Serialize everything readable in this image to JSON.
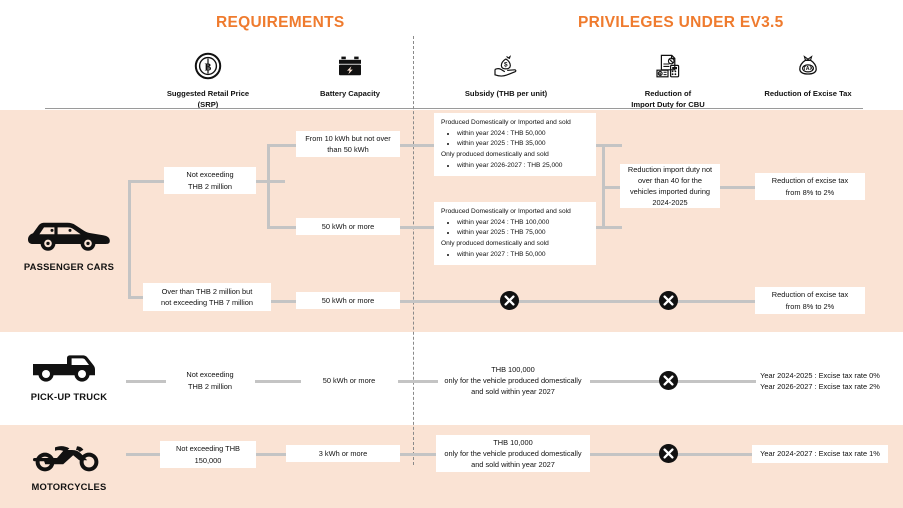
{
  "header": {
    "requirements_title": "REQUIREMENTS",
    "privileges_title": "PRIVILEGES UNDER EV3.5",
    "columns": [
      {
        "id": "srp",
        "label": "Suggested Retail Price\n(SRP)",
        "line1": "Suggested Retail Price",
        "line2": "(SRP)",
        "icon": "baht-coin-icon"
      },
      {
        "id": "battery",
        "label": "Battery Capacity",
        "line1": "Battery Capacity",
        "line2": "",
        "icon": "battery-icon"
      },
      {
        "id": "subsidy",
        "label": "Subsidy (THB per unit)",
        "line1": "Subsidy (THB per unit)",
        "line2": "",
        "icon": "money-bag-hand-icon"
      },
      {
        "id": "duty",
        "label": "Reduction of Import Duty for CBU",
        "line1": "Reduction  of",
        "line2": "Import Duty for CBU",
        "icon": "invoice-calculator-icon"
      },
      {
        "id": "excise",
        "label": "Reduction of Excise Tax",
        "line1": "Reduction  of Excise Tax",
        "line2": "",
        "icon": "tax-bag-icon"
      }
    ]
  },
  "categories": [
    {
      "id": "passenger-cars",
      "label": "PASSENGER CARS",
      "icon": "car-icon"
    },
    {
      "id": "pick-up-truck",
      "label": "PICK-UP TRUCK",
      "icon": "pickup-truck-icon"
    },
    {
      "id": "motorcycles",
      "label": "MOTORCYCLES",
      "icon": "motorcycle-icon"
    }
  ],
  "passenger_cars": {
    "srp_1": "Not exceeding\nTHB 2 million",
    "srp_1_l1": "Not exceeding",
    "srp_1_l2": "THB 2 million",
    "srp_2_l1": "Over than THB 2 million but",
    "srp_2_l2": "not exceeding THB 7 million",
    "battery_1_l1": "From 10 kWh but not over",
    "battery_1_l2": "than 50 kWh",
    "battery_2": "50 kWh or more",
    "battery_3": "50 kWh or more",
    "subsidy_1": {
      "head_1": "Produced Domestically or Imported and sold",
      "bullets_1": [
        "within year 2024 : THB 50,000",
        "within year 2025 : THB 35,000"
      ],
      "head_2": "Only produced domestically and sold",
      "bullets_2": [
        "within year 2026-2027 : THB 25,000"
      ]
    },
    "subsidy_2": {
      "head_1": "Produced Domestically or Imported and sold",
      "bullets_1": [
        "within year 2024 : THB 100,000",
        "within year 2025 : THB 75,000"
      ],
      "head_2": "Only produced domestically and sold",
      "bullets_2": [
        "within year 2027 : THB 50,000"
      ]
    },
    "subsidy_3": "none",
    "duty_1_l1": "Reduction import duty not",
    "duty_1_l2": "over than 40 for the",
    "duty_1_l3": "vehicles imported during",
    "duty_1_l4": "2024-2025",
    "duty_2": "none",
    "excise_1_l1": "Reduction of excise tax",
    "excise_1_l2": "from 8% to 2%",
    "excise_2_l1": "Reduction of excise tax",
    "excise_2_l2": "from 8% to 2%"
  },
  "pick_up_truck": {
    "srp_l1": "Not exceeding",
    "srp_l2": "THB 2 million",
    "battery": "50 kWh or more",
    "subsidy_l1": "THB 100,000",
    "subsidy_l2": "only for the vehicle produced domestically",
    "subsidy_l3": "and sold within year 2027",
    "duty": "none",
    "excise_l1": "Year 2024-2025 : Excise tax rate 0%",
    "excise_l2": "Year 2026-2027 : Excise tax rate 2%"
  },
  "motorcycles": {
    "srp_l1": "Not exceeding THB",
    "srp_l2": "150,000",
    "battery": "3 kWh or more",
    "subsidy_l1": "THB 10,000",
    "subsidy_l2": "only for the vehicle produced domestically",
    "subsidy_l3": "and sold within year 2027",
    "duty": "none",
    "excise": "Year 2024-2027 : Excise tax rate 1%"
  },
  "colors": {
    "accent_orange": "#ef7b2e",
    "band_peach": "#fae3d4",
    "connector_gray": "#c4c4c4",
    "box_white": "#ffffff",
    "text_dark": "#111111"
  },
  "icons": {
    "x_mark": "x-circle-icon"
  }
}
